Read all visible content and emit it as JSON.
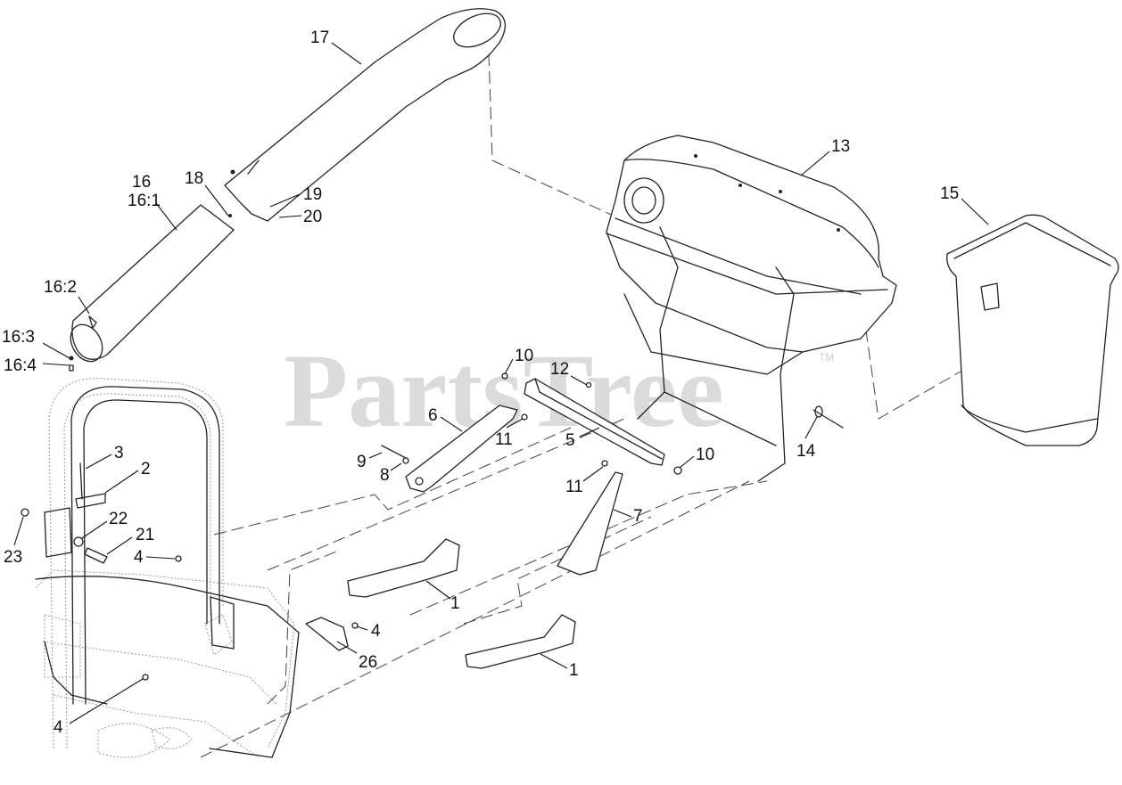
{
  "watermark": {
    "text": "PartsTree",
    "tm": "TM"
  },
  "callouts": [
    {
      "id": "c17",
      "label": "17"
    },
    {
      "id": "c18",
      "label": "18"
    },
    {
      "id": "c16",
      "label": "16"
    },
    {
      "id": "c16_1",
      "label": "16:1"
    },
    {
      "id": "c19",
      "label": "19"
    },
    {
      "id": "c20",
      "label": "20"
    },
    {
      "id": "c16_2",
      "label": "16:2"
    },
    {
      "id": "c16_3",
      "label": "16:3"
    },
    {
      "id": "c16_4",
      "label": "16:4"
    },
    {
      "id": "c13",
      "label": "13"
    },
    {
      "id": "c15",
      "label": "15"
    },
    {
      "id": "c10a",
      "label": "10"
    },
    {
      "id": "c12",
      "label": "12"
    },
    {
      "id": "c6",
      "label": "6"
    },
    {
      "id": "c11a",
      "label": "11"
    },
    {
      "id": "c5",
      "label": "5"
    },
    {
      "id": "c14",
      "label": "14"
    },
    {
      "id": "c10b",
      "label": "10"
    },
    {
      "id": "c9",
      "label": "9"
    },
    {
      "id": "c8",
      "label": "8"
    },
    {
      "id": "c11b",
      "label": "11"
    },
    {
      "id": "c3",
      "label": "3"
    },
    {
      "id": "c2",
      "label": "2"
    },
    {
      "id": "c22",
      "label": "22"
    },
    {
      "id": "c21",
      "label": "21"
    },
    {
      "id": "c23",
      "label": "23"
    },
    {
      "id": "c4a",
      "label": "4"
    },
    {
      "id": "c7",
      "label": "7"
    },
    {
      "id": "c1a",
      "label": "1"
    },
    {
      "id": "c4b",
      "label": "4"
    },
    {
      "id": "c26",
      "label": "26"
    },
    {
      "id": "c1b",
      "label": "1"
    },
    {
      "id": "c4c",
      "label": "4"
    }
  ]
}
